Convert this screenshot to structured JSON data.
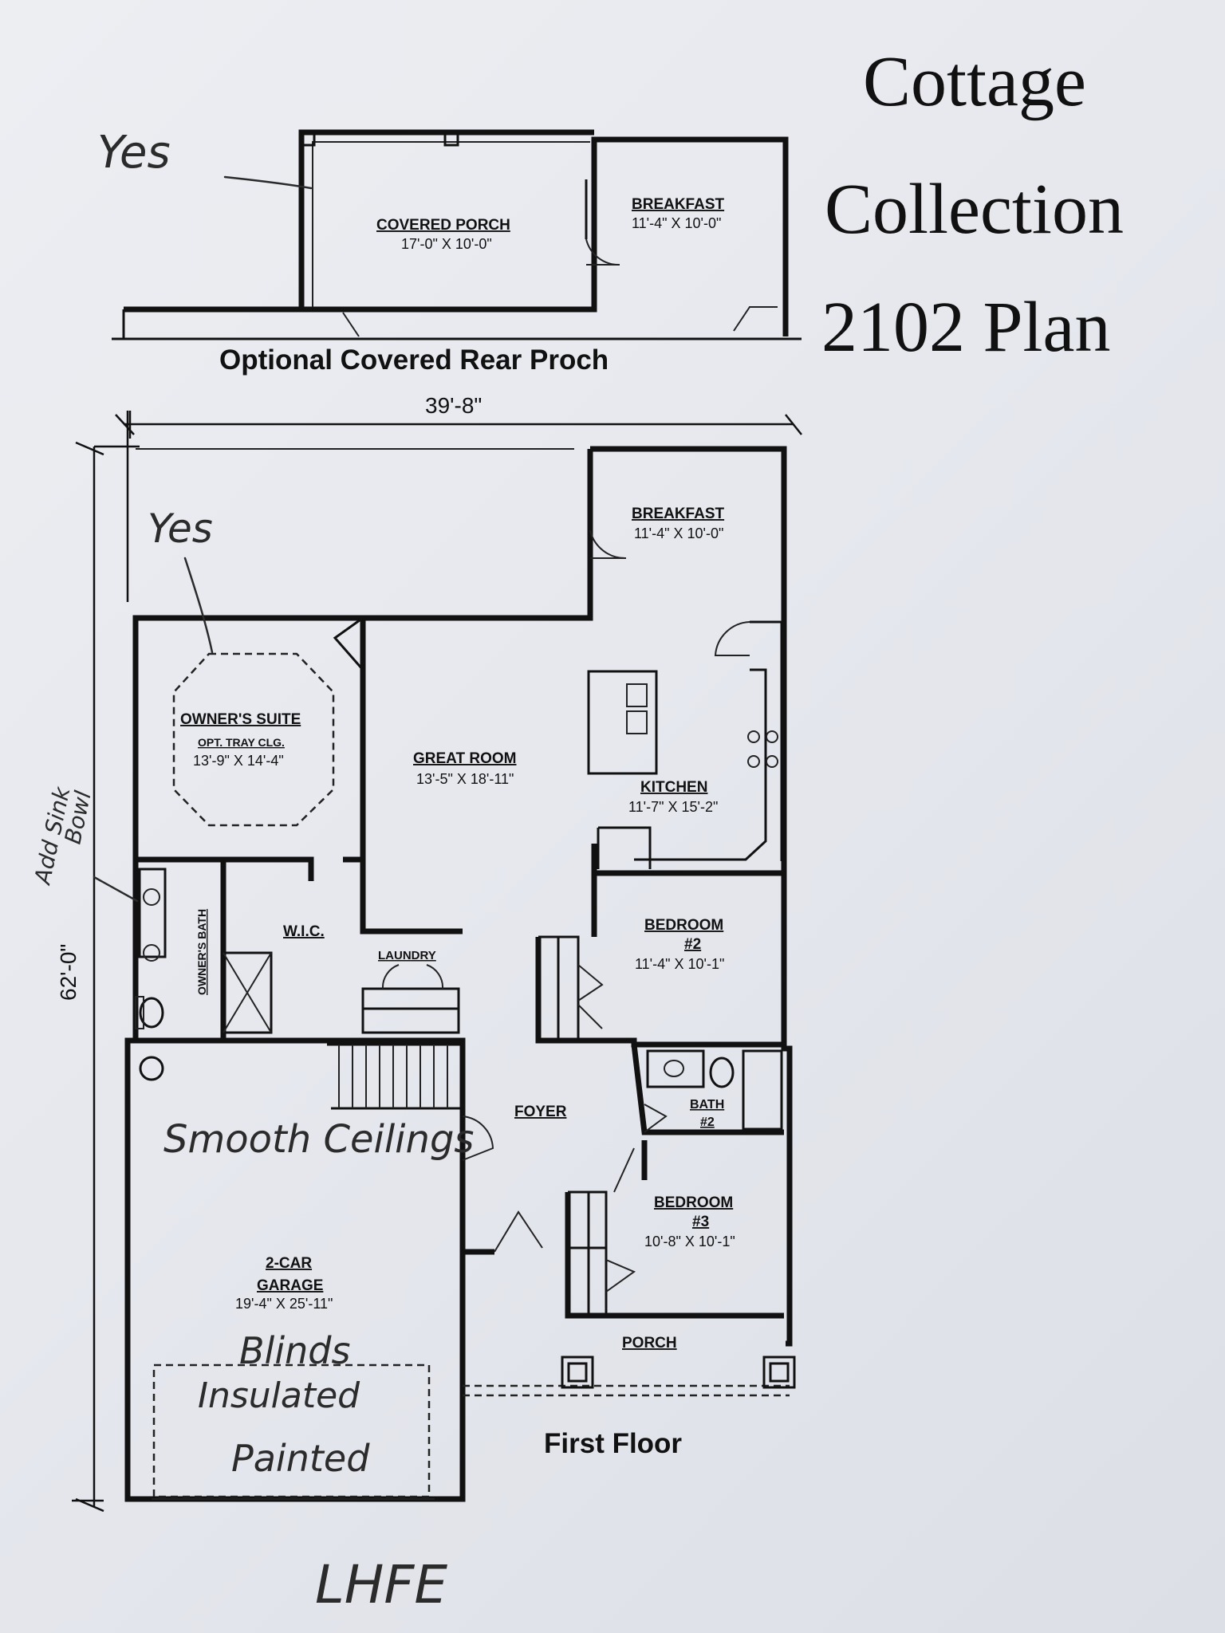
{
  "title": {
    "line1": "Cottage",
    "line2": "Collection",
    "line3": "2102 Plan"
  },
  "porch_option": {
    "caption": "Optional Covered Rear Proch",
    "covered_porch": {
      "name": "COVERED PORCH",
      "size": "17'-0\" X 10'-0\""
    },
    "breakfast": {
      "name": "BREAKFAST",
      "size": "11'-4\" X 10'-0\""
    }
  },
  "dimensions": {
    "width": "39'-8\"",
    "depth": "62'-0\""
  },
  "rooms": {
    "breakfast": {
      "name": "BREAKFAST",
      "size": "11'-4\" X 10'-0\""
    },
    "owners_suite": {
      "name": "OWNER'S SUITE",
      "note": "OPT. TRAY CLG.",
      "size": "13'-9\" X 14'-4\""
    },
    "great_room": {
      "name": "GREAT ROOM",
      "size": "13'-5\" X 18'-11\""
    },
    "kitchen": {
      "name": "KITCHEN",
      "size": "11'-7\" X 15'-2\""
    },
    "owners_bath": {
      "name": "OWNER'S BATH"
    },
    "wic": {
      "name": "W.I.C."
    },
    "laundry": {
      "name": "LAUNDRY"
    },
    "bedroom2": {
      "name": "BEDROOM",
      "number": "#2",
      "size": "11'-4\" X 10'-1\""
    },
    "bath2": {
      "name": "BATH",
      "number": "#2"
    },
    "foyer": {
      "name": "FOYER"
    },
    "bedroom3": {
      "name": "BEDROOM",
      "number": "#3",
      "size": "10'-8\" X 10'-1\""
    },
    "garage": {
      "name": "2-CAR",
      "name2": "GARAGE",
      "size": "19'-4\" X 25'-11\""
    },
    "porch": {
      "name": "PORCH"
    }
  },
  "floor_label": "First Floor",
  "handwritten": {
    "yes_top": "Yes",
    "yes_suite": "Yes",
    "sink_note_1": "Add Sink",
    "sink_note_2": "Bowl",
    "smooth": "Smooth Ceilings",
    "blinds": "Blinds",
    "insulated": "Insulated",
    "painted": "Painted",
    "lhfe": "LHFE"
  }
}
